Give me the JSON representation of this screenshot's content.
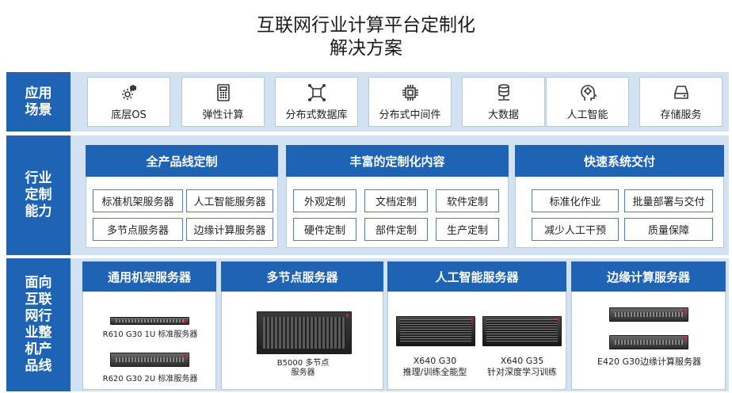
{
  "title": {
    "line1": "互联网行业计算平台定制化",
    "line2": "解决方案"
  },
  "rows": {
    "scenes_label": "应用\n场景",
    "capability_label": "行业\n定制\n能力",
    "products_label": "面向\n互联\n网行\n业整\n机产\n品线"
  },
  "scenes": [
    {
      "label": "底层OS",
      "icon": "gear-icon"
    },
    {
      "label": "弹性计算",
      "icon": "calculator-icon"
    },
    {
      "label": "分布式数据库",
      "icon": "distributed-database-icon"
    },
    {
      "label": "分布式中间件",
      "icon": "chip-icon"
    },
    {
      "label": "大数据",
      "icon": "database-icon"
    },
    {
      "label": "人工智能",
      "icon": "ai-head-icon"
    },
    {
      "label": "存储服务",
      "icon": "storage-drive-icon"
    }
  ],
  "capabilities": [
    {
      "title": "全产品线定制",
      "items": [
        "标准机架服务器",
        "人工智能服务器",
        "多节点服务器",
        "边缘计算服务器"
      ]
    },
    {
      "title": "丰富的定制化内容",
      "items": [
        "外观定制",
        "文档定制",
        "软件定制",
        "硬件定制",
        "部件定制",
        "生产定制"
      ]
    },
    {
      "title": "快速系统交付",
      "items": [
        "标准化作业",
        "批量部署与交付",
        "减少人工干预",
        "质量保障"
      ]
    }
  ],
  "products": [
    {
      "title": "通用机架服务器",
      "models": [
        "R610 G30 1U 标准服务器",
        "R620 G30 2U 标准服务器"
      ]
    },
    {
      "title": "多节点服务器",
      "models": [
        "B5000 多节点\n服务器"
      ]
    },
    {
      "title": "人工智能服务器",
      "models": [
        "X640 G30\n推理/训练全能型",
        "X640 G35\n针对深度学习训练"
      ]
    },
    {
      "title": "边缘计算服务器",
      "models": [
        "E420 G30边缘计算服务器"
      ]
    }
  ],
  "colors": {
    "accent": "#1e63b4",
    "row_bg": "#d3e2f2",
    "icon": "#3a3a3a"
  }
}
